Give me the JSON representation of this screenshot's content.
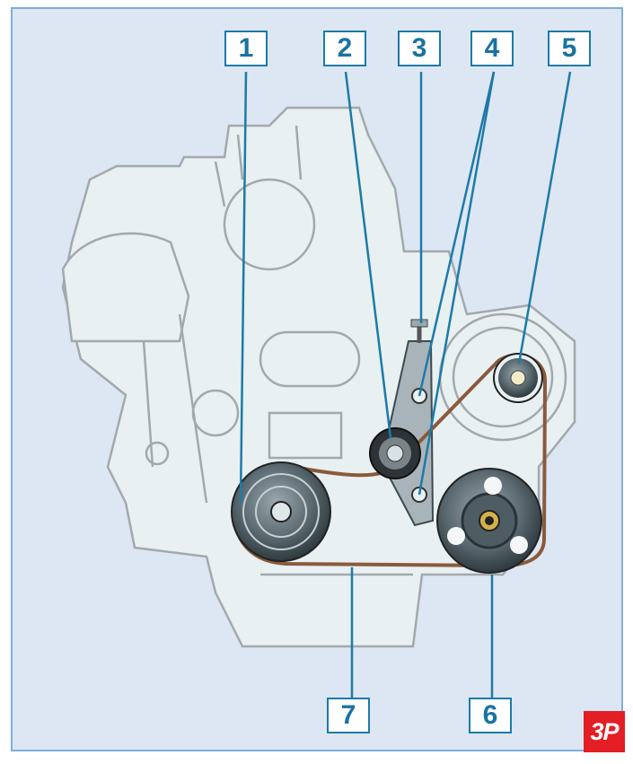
{
  "diagram": {
    "subject": "accessory-drive-belt-layout",
    "callouts": [
      {
        "label": "1",
        "part": "crankshaft-pulley"
      },
      {
        "label": "2",
        "part": "tensioner-roller"
      },
      {
        "label": "3",
        "part": "adjusting-bolt"
      },
      {
        "label": "4",
        "part": "tensioner-bracket-fasteners"
      },
      {
        "label": "5",
        "part": "alternator-pulley"
      },
      {
        "label": "6",
        "part": "power-steering-pump-pulley"
      },
      {
        "label": "7",
        "part": "drive-belt"
      }
    ],
    "colors": {
      "background": "#dde7f3",
      "frame": "#7eaedc",
      "engine_fill": "#e8f0f2",
      "engine_line": "#a3a8ad",
      "belt": "#8a5a3c",
      "pulley": "#4a5a60",
      "leader": "#1d7aa8",
      "logo": "#e31e24"
    }
  },
  "logo": {
    "text": "3P"
  }
}
